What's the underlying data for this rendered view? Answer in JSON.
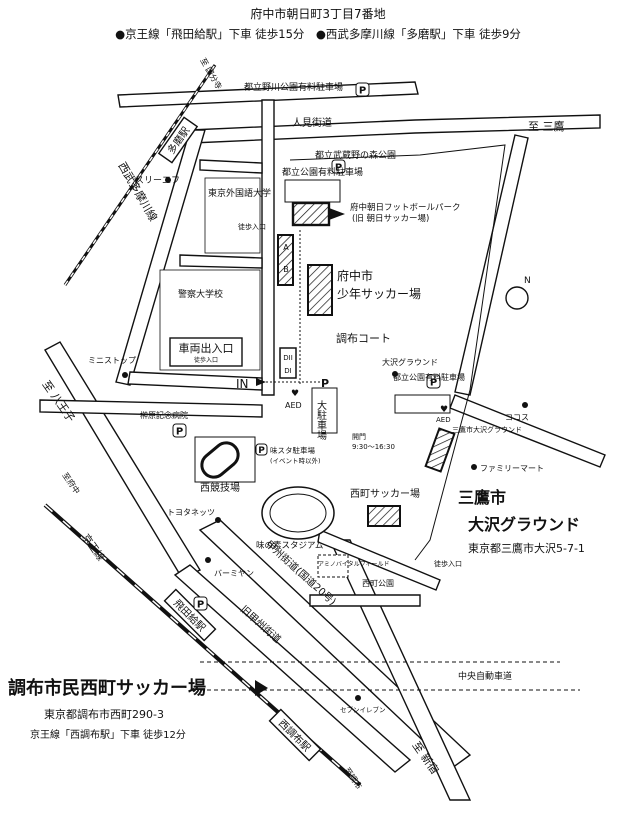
{
  "header": {
    "address": "府中市朝日町3丁目7番地",
    "access": "●京王線「飛田給駅」下車 徒歩15分　●西武多摩川線「多磨駅」下車 徒歩9分"
  },
  "labels": {
    "nogawa_parking": "都立野川公園有料駐車場",
    "hitomi_kaido": "人見街道",
    "to_mitaka": "至 三鷹",
    "musashino_park": "都立武蔵野の森公園",
    "park_parking": "都立公園有料駐車場",
    "tama_station": "多磨駅",
    "seibu_line": "西武多摩川線",
    "to_kokubunji": "至 国分寺",
    "sleef": "スリーエフ",
    "tufs": "東京外国語大学",
    "toho_entrance": "徒歩入口",
    "football_park_1": "府中朝日フットボールパーク",
    "football_park_2": "(旧 朝日サッカー場)",
    "shonen_soccer_1": "府中市",
    "shonen_soccer_2": "少年サッカー場",
    "police_academy": "警察大学校",
    "chofu_court": "調布コート",
    "vehicle_gate": "車両出入口",
    "vehicle_gate_sub": "徒歩入口",
    "in_label": "IN",
    "mini_stop": "ミニストップ",
    "to_hachioji": "至 八王子",
    "sakakibara": "榊原記念病院",
    "aed": "AED",
    "big_parking": "大駐車場",
    "osawa_ground": "大沢グラウンド",
    "park_parking2": "都立公園有料駐車場",
    "aed2": "AED",
    "mitaka_osawa_small": "三鷹市大沢グラウンド",
    "cocos": "ココス",
    "family_mart": "ファミリーマート",
    "gate": "開門",
    "gate_time": "9:30～16:30",
    "ajista_parking": "味スタ駐車場",
    "ajista_parking_sub": "(イベント時以外)",
    "seikyogijo": "西競技場",
    "toyota": "トヨタネッツ",
    "ajinomoto": "味の素スタジアム",
    "nishimachi_soccer": "西町サッカー場",
    "mitaka_big_1": "三鷹市",
    "mitaka_big_2": "大沢グラウンド",
    "mitaka_address": "東京都三鷹市大沢5-7-1",
    "toho_entrance2": "徒歩入口",
    "bamiyan": "バーミヤン",
    "amino_field": "アミノバイタルフィールド",
    "nishimachi_park": "西町公園",
    "koshu_kaido": "甲州街道(国道20号)",
    "kyu_koshu": "旧甲州街道",
    "tobitakyu": "飛田給駅",
    "to_fuchu": "至府中",
    "keio_line": "京王線",
    "chuo_expressway": "中央自動車道",
    "chofu_big": "調布市民西町サッカー場",
    "seven": "セブンイレブン",
    "chofu_address": "東京都調布市西町290-3",
    "chofu_access": "京王線「西調布駅」下車 徒歩12分",
    "nishichofu": "西調布駅",
    "to_chofu": "至調布",
    "to_shinjuku": "至 新宿",
    "court_d1": "DI",
    "court_d2": "DII",
    "field_a": "A",
    "field_b": "B",
    "north": "N",
    "parking_p": "P"
  }
}
